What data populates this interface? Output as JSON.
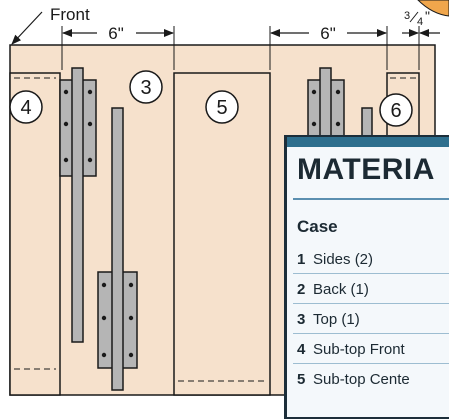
{
  "diagram": {
    "front_label": "Front",
    "dim_left": "6\"",
    "dim_right": "6\"",
    "dim_fraction_num": "3",
    "dim_fraction_den": "4",
    "dim_fraction_unit": "\"",
    "callouts": [
      "4",
      "3",
      "5",
      "6"
    ],
    "colors": {
      "panel": "#f6e1cc",
      "outline": "#1a1a1a",
      "hinge": "#b5b5b5",
      "accent": "#f0a64c",
      "card_head": "#2e6f8e"
    }
  },
  "materials": {
    "title": "MATERIA",
    "section": "Case",
    "items": [
      {
        "num": "1",
        "text": "Sides (2)"
      },
      {
        "num": "2",
        "text": "Back (1)"
      },
      {
        "num": "3",
        "text": "Top (1)"
      },
      {
        "num": "4",
        "text": "Sub-top Front"
      },
      {
        "num": "5",
        "text": "Sub-top Cente"
      }
    ]
  }
}
